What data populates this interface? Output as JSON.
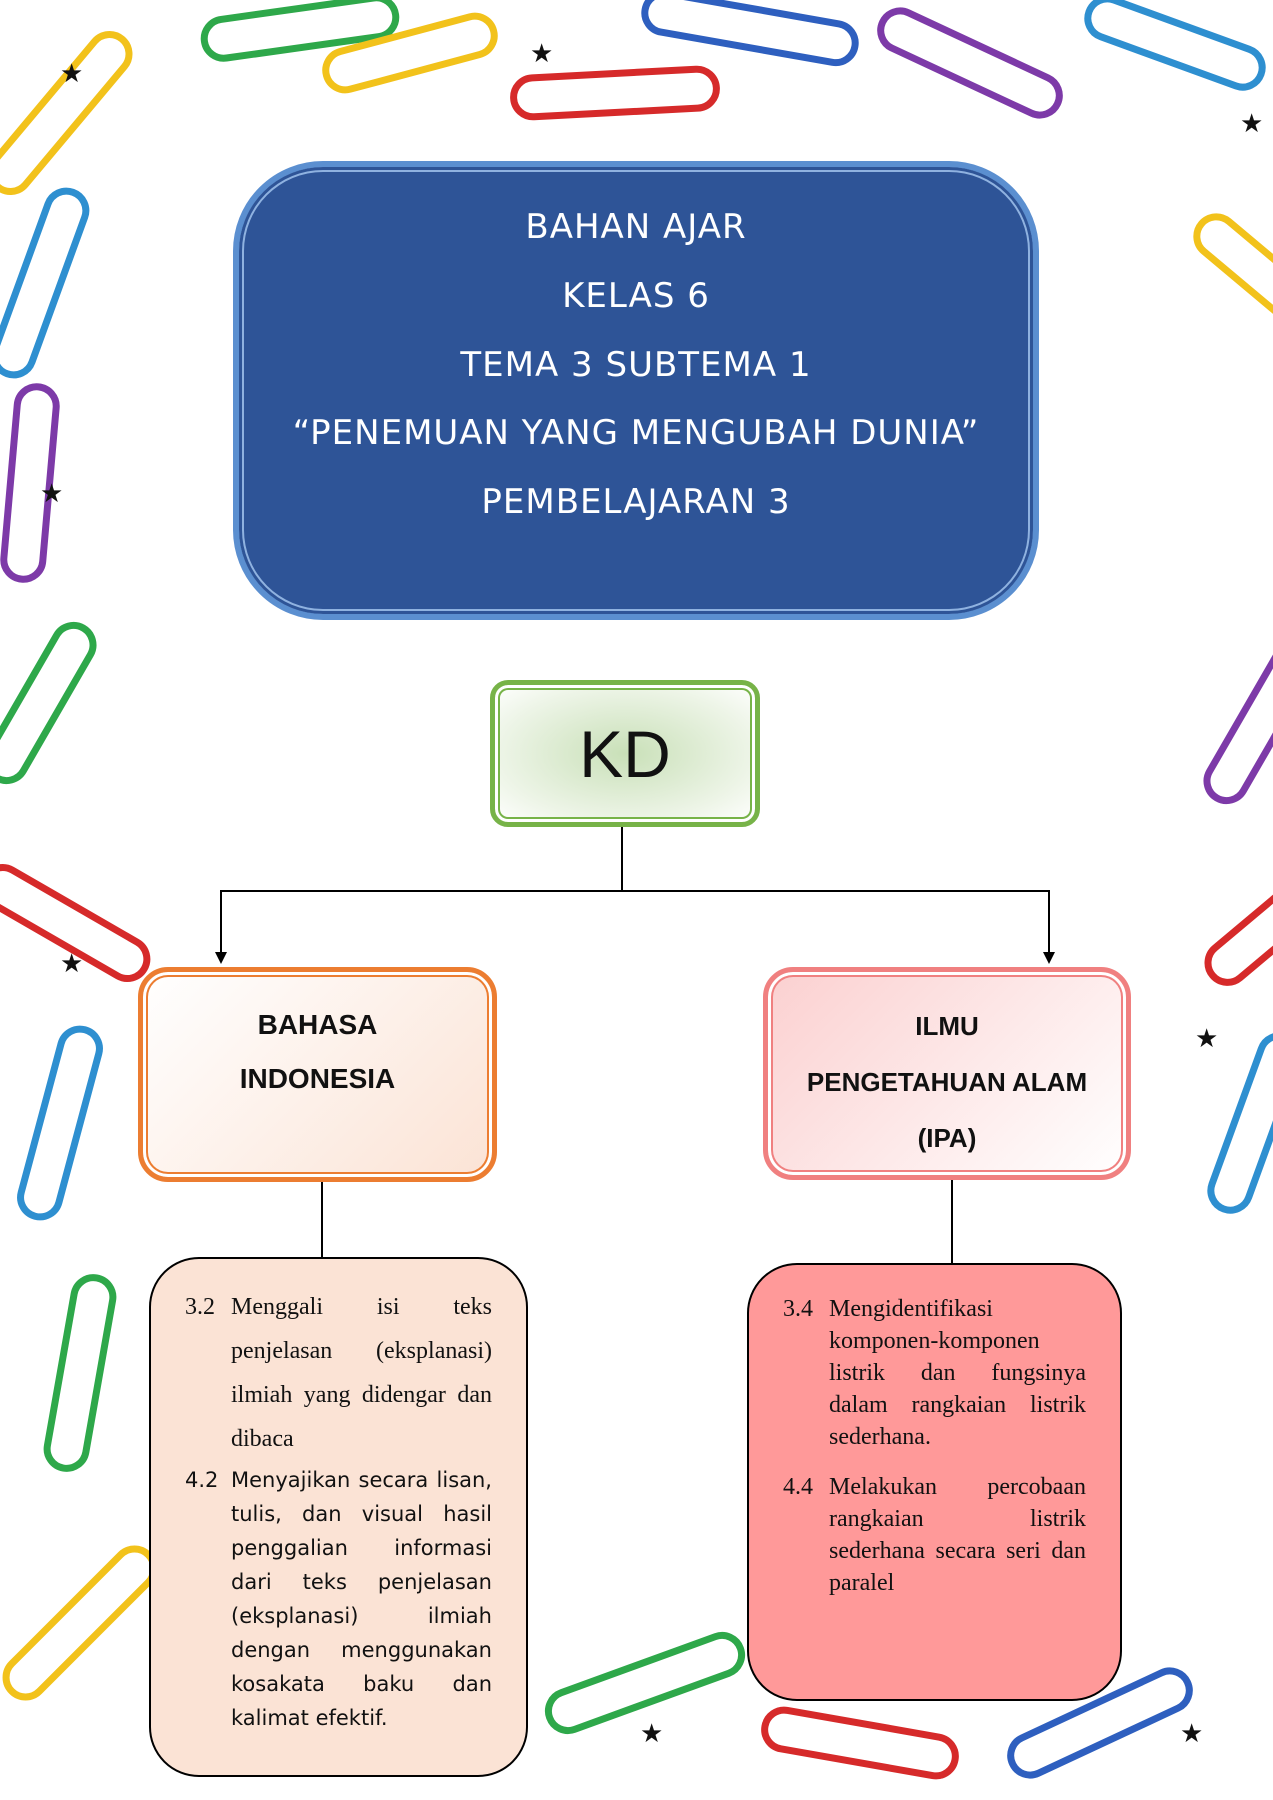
{
  "header": {
    "lines": [
      "BAHAN AJAR",
      "KELAS 6",
      "TEMA 3 SUBTEMA 1",
      "“PENEMUAN YANG MENGUBAH DUNIA”",
      "PEMBELAJARAN 3"
    ]
  },
  "kd": {
    "label": "KD"
  },
  "subjects": {
    "left": {
      "lines": [
        "BAHASA",
        "INDONESIA"
      ]
    },
    "right": {
      "lines": [
        "ILMU",
        "PENGETAHUAN ALAM",
        "(IPA)"
      ]
    }
  },
  "details": {
    "left": [
      {
        "num": "3.2",
        "text": "Menggali isi teks penjelasan (eksplanasi) ilmiah yang didengar dan dibaca"
      },
      {
        "num": "4.2",
        "text": "Menyajikan secara lisan, tulis, dan visual hasil penggalian informasi dari teks penjelasan (eksplanasi) ilmiah dengan menggunakan kosakata baku dan kalimat efektif."
      }
    ],
    "right": [
      {
        "num": "3.4",
        "text": "Mengidentifikasi komponen-komponen listrik dan fungsinya dalam rangkaian listrik sederhana."
      },
      {
        "num": "4.4",
        "text": "Melakukan percobaan rangkaian listrik sederhana secara seri dan paralel"
      }
    ]
  }
}
